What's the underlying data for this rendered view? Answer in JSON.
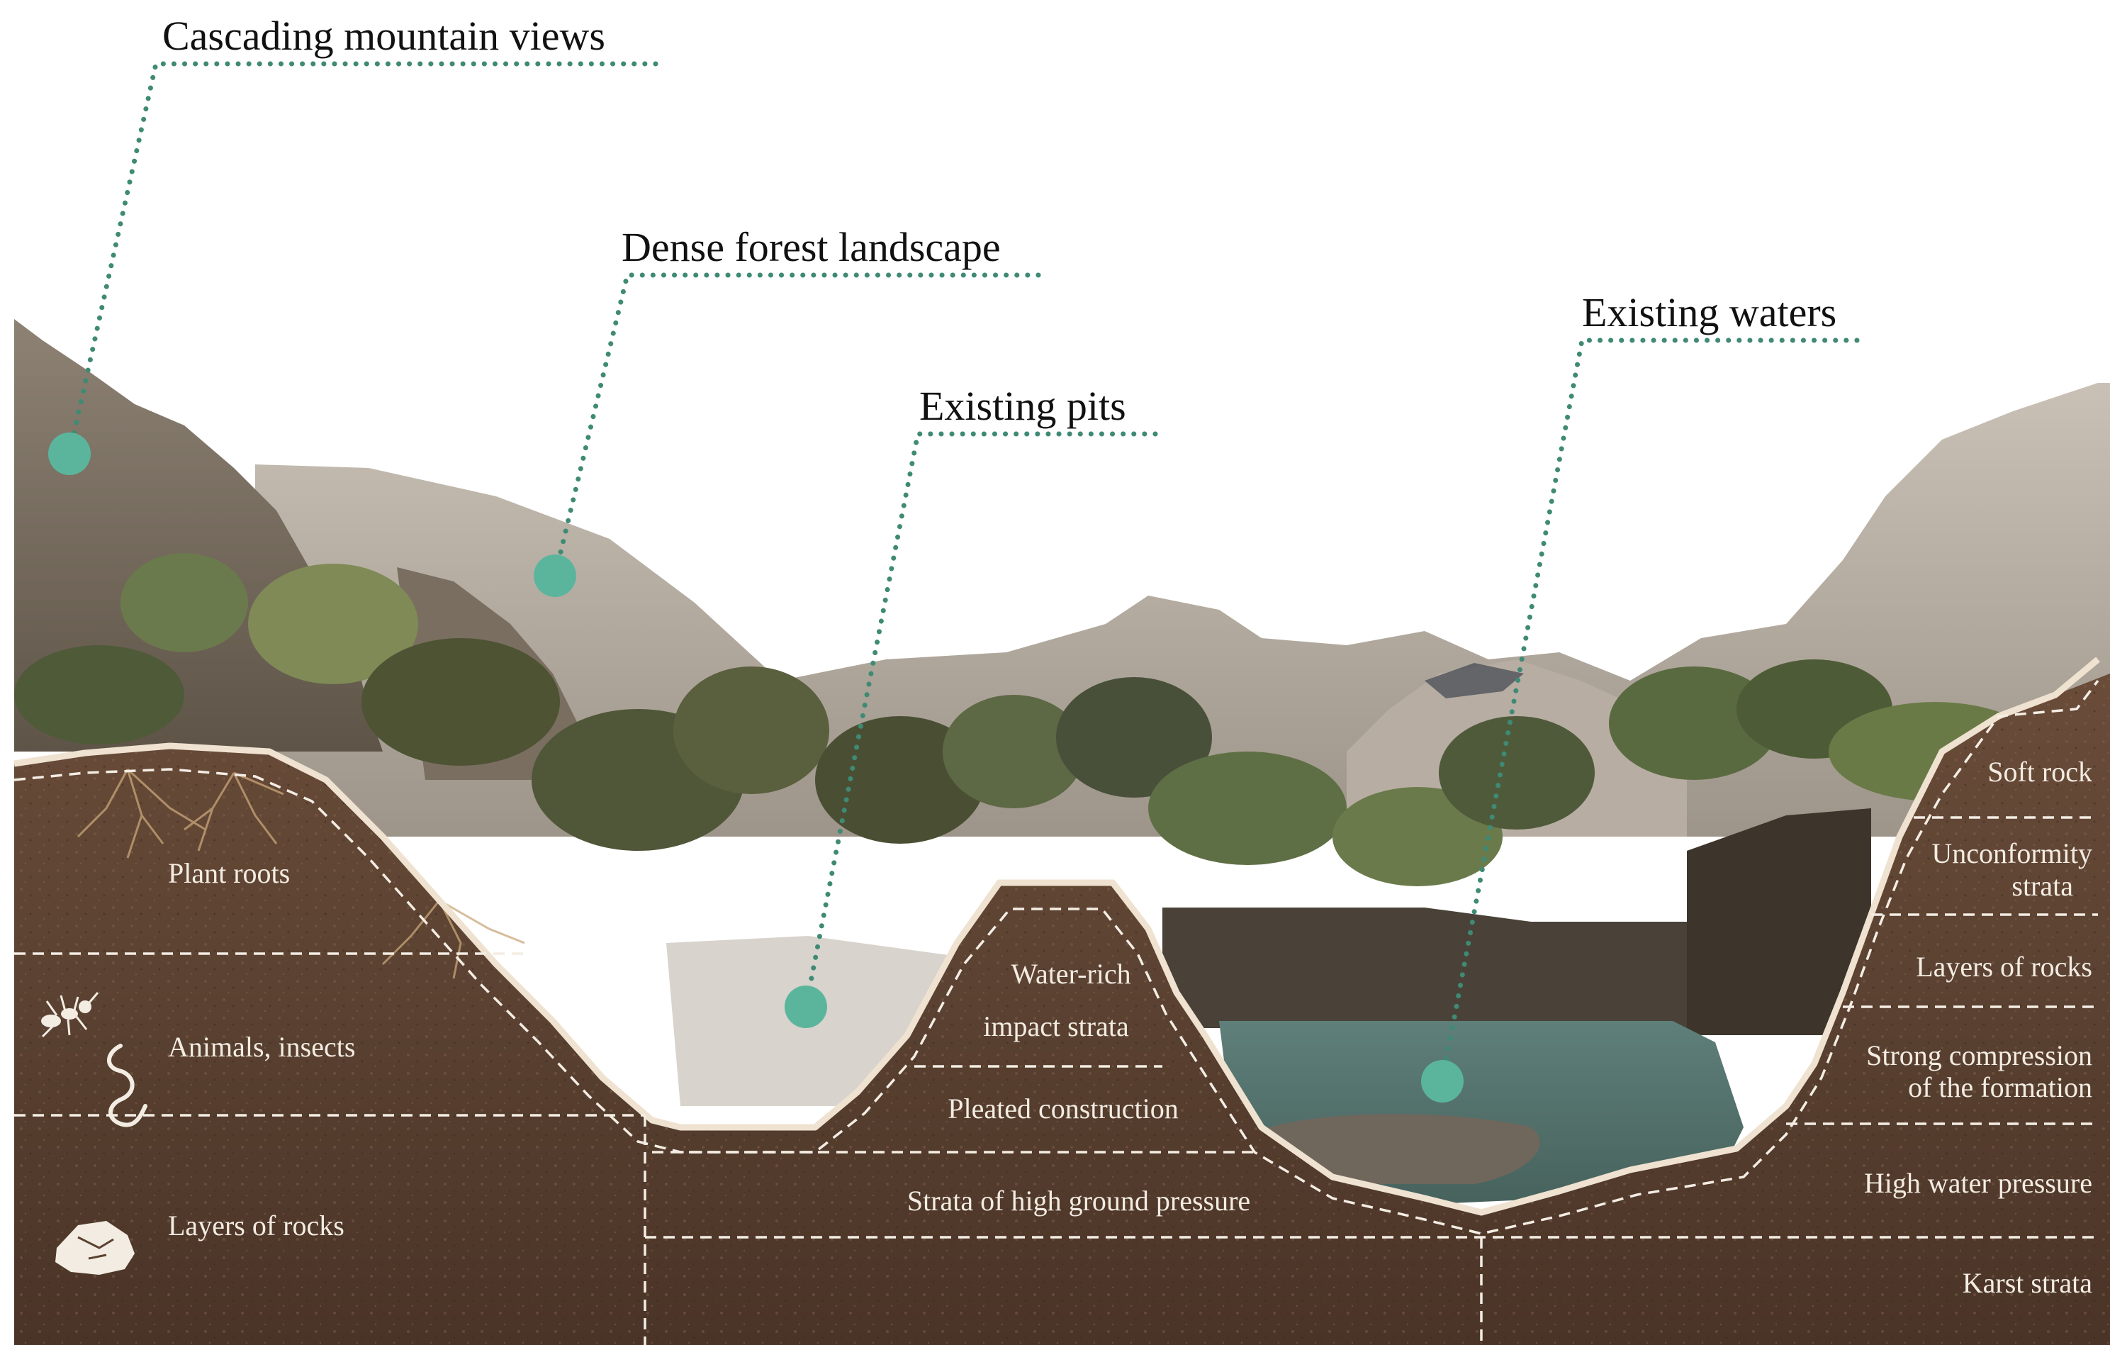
{
  "callouts": {
    "mountain_views": "Cascading mountain views",
    "forest": "Dense forest landscape",
    "pits": "Existing pits",
    "waters": "Existing waters"
  },
  "left_strata": {
    "plant_roots": "Plant roots",
    "animals_insects": "Animals, insects",
    "layers_of_rocks": "Layers of rocks"
  },
  "center_strata": {
    "water_rich_line1": "Water-rich",
    "water_rich_line2": "impact strata",
    "pleated_construction": "Pleated construction",
    "high_ground_pressure": "Strata of high ground pressure"
  },
  "right_strata": {
    "soft_rock": "Soft rock",
    "unconformity_line1": "Unconformity",
    "unconformity_line2": "strata",
    "layers_of_rocks": "Layers of rocks",
    "compression_line1": "Strong compression",
    "compression_line2": "of the formation",
    "high_water_pressure": "High water pressure",
    "karst": "Karst strata"
  },
  "colors": {
    "callout_accent": "#3f8a74",
    "marker_fill": "#5bb59c",
    "soil": "#5a4131",
    "ground_line": "#f0e2d0",
    "label_text": "#f3ece2",
    "water": "#5e7d76",
    "sky": "#ffffff"
  },
  "icons": [
    "ant-icon",
    "worm-icon",
    "rock-icon"
  ]
}
